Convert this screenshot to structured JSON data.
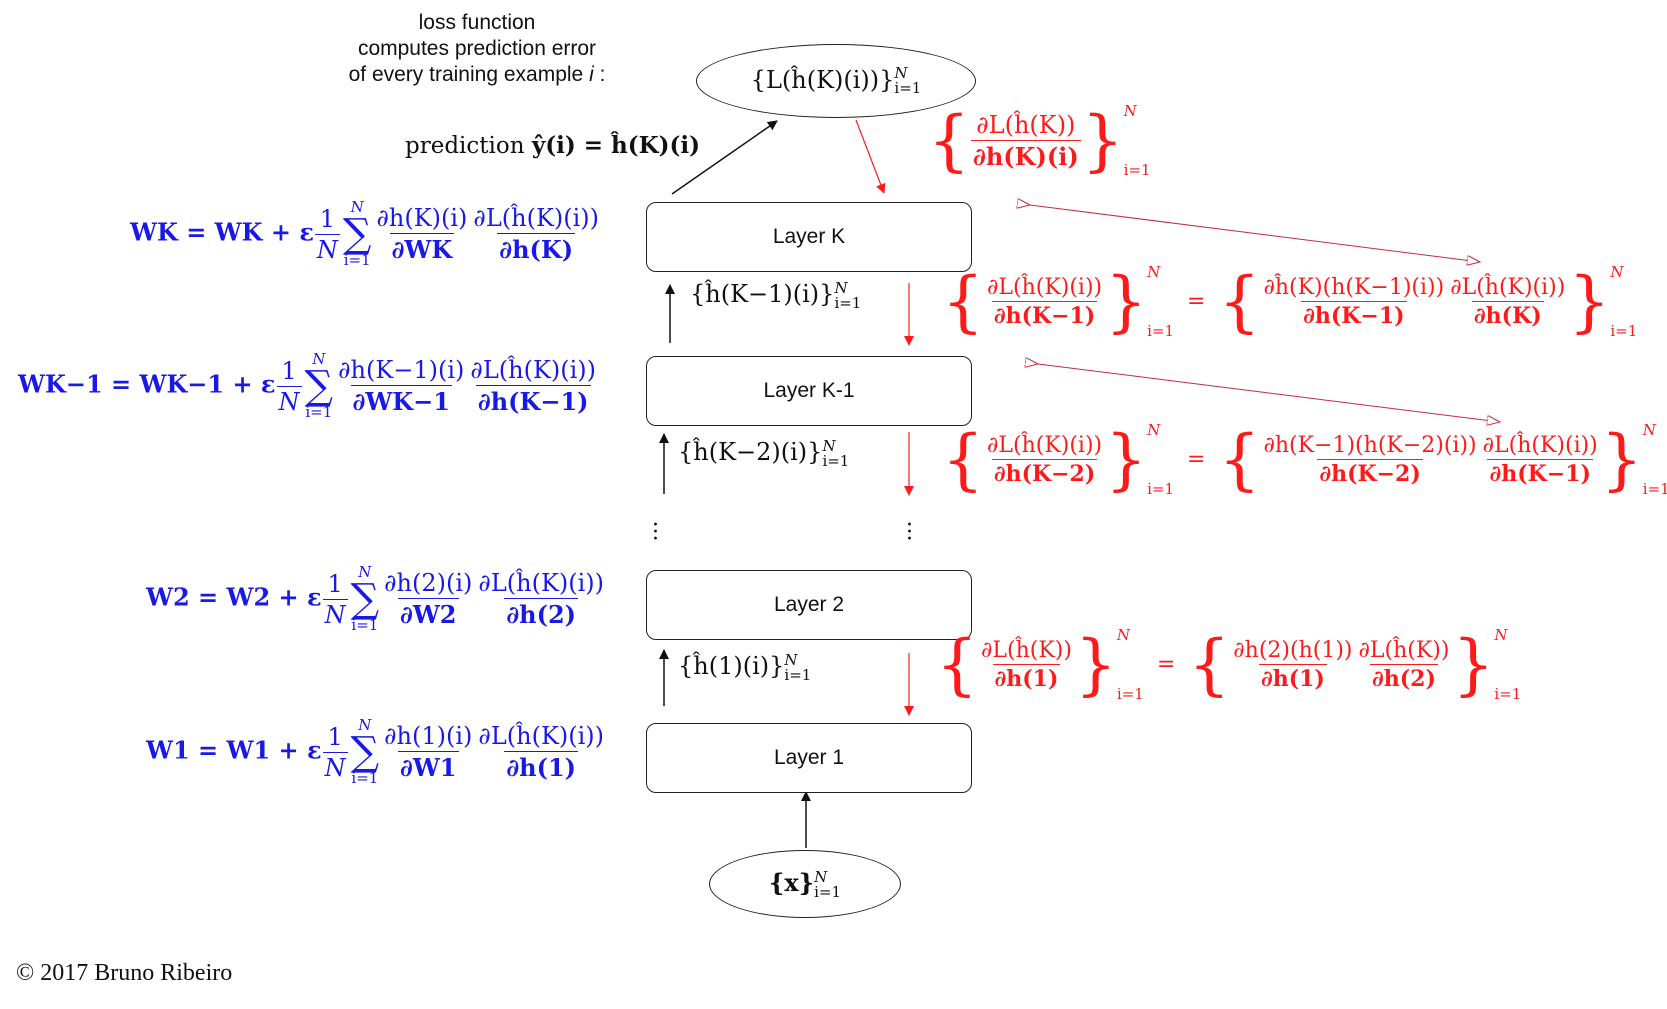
{
  "caption": {
    "line1": "loss function",
    "line2": "computes prediction error",
    "line3": "of every training example ",
    "line3_var": "i",
    "line3_end": " :"
  },
  "layers": [
    {
      "label": "Layer K"
    },
    {
      "label": "Layer K-1"
    },
    {
      "label": "Layer 2"
    },
    {
      "label": "Layer 1"
    }
  ],
  "loss_node": {
    "text": "{L(ĥ(K)(i))}",
    "sup": "N",
    "sub": "i=1"
  },
  "input_node": {
    "text": "{x}",
    "sup": "N",
    "sub": "i=1"
  },
  "prediction": {
    "word": "prediction",
    "expr": "ŷ(i) = ĥ(K)(i)"
  },
  "forward_labels": [
    {
      "text": "{ĥ(K−1)(i)}",
      "sup": "N",
      "sub": "i=1"
    },
    {
      "text": "{ĥ(K−2)(i)}",
      "sup": "N",
      "sub": "i=1"
    },
    {
      "text": "{ĥ(1)(i)}",
      "sup": "N",
      "sub": "i=1"
    }
  ],
  "updates": [
    {
      "lhs": "WK = WK + ε",
      "num": "∂h(K)(i)",
      "den": "∂WK",
      "grad_num": "∂L(ĥ(K)(i))",
      "grad_den": "∂h(K)"
    },
    {
      "lhs": "WK−1 = WK−1 + ε",
      "num": "∂h(K−1)(i)",
      "den": "∂WK−1",
      "grad_num": "∂L(ĥ(K)(i))",
      "grad_den": "∂h(K−1)"
    },
    {
      "lhs": "W2 = W2 + ε",
      "num": "∂h(2)(i)",
      "den": "∂W2",
      "grad_num": "∂L(ĥ(K)(i))",
      "grad_den": "∂h(2)"
    },
    {
      "lhs": "W1 = W1 + ε",
      "num": "∂h(1)(i)",
      "den": "∂W1",
      "grad_num": "∂L(ĥ(K)(i))",
      "grad_den": "∂h(1)"
    }
  ],
  "sum_parts": {
    "one": "1",
    "n": "N",
    "upper": "N",
    "lower": "i=1"
  },
  "backprop": [
    {
      "num": "∂L(ĥ(K))",
      "den": "∂h(K)(i)"
    },
    {
      "num": "∂L(ĥ(K)(i))",
      "den": "∂h(K−1)",
      "eq_num1": "∂ĥ(K)(h(K−1)(i))",
      "eq_den1": "∂h(K−1)",
      "eq_num2": "∂L(ĥ(K)(i))",
      "eq_den2": "∂h(K)"
    },
    {
      "num": "∂L(ĥ(K)(i))",
      "den": "∂h(K−2)",
      "eq_num1": "∂h(K−1)(h(K−2)(i))",
      "eq_den1": "∂h(K−2)",
      "eq_num2": "∂L(ĥ(K)(i))",
      "eq_den2": "∂h(K−1)"
    },
    {
      "num": "∂L(ĥ(K))",
      "den": "∂h(1)",
      "eq_num1": "∂h(2)(h(1))",
      "eq_den1": "∂h(1)",
      "eq_num2": "∂L(ĥ(K))",
      "eq_den2": "∂h(2)"
    }
  ],
  "set_limits": {
    "upper": "N",
    "lower": "i=1"
  },
  "equals": "=",
  "copyright": "© 2017 Bruno Ribeiro",
  "colors": {
    "update": "#1919e6",
    "backprop": "#ff1a1a",
    "forward": "#111111"
  }
}
